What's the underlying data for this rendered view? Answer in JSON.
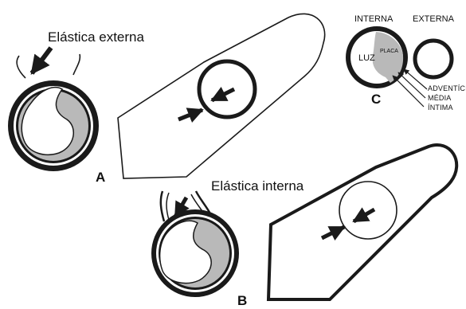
{
  "labels": {
    "elastica_externa": "Elástica externa",
    "elastica_interna": "Elástica interna",
    "panel_a": "A",
    "panel_b": "B",
    "panel_c": "C",
    "interna": "INTERNA",
    "externa": "EXTERNA",
    "luz": "LUZ",
    "placa": "PLACA",
    "adventicia": "ADVENTÍCIA",
    "media": "MÉDIA",
    "intima": "ÍNTIMA"
  },
  "colors": {
    "background": "#ffffff",
    "wall": "#1a1a1a",
    "plaque": "#b9b9b9",
    "lumen": "#ffffff"
  },
  "icons": [
    "arrow-icon"
  ]
}
